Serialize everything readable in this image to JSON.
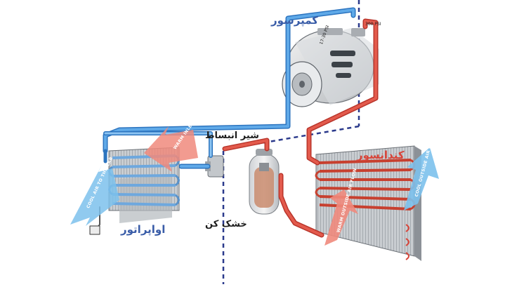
{
  "labels": {
    "compressor": "کمپرسور",
    "condenser": "کندانسور",
    "evaporator": "اواپراتور",
    "expansion_valve": "شیر انبساط",
    "dryer": "خشک کن"
  },
  "pressures": {
    "low_side": "17-30 PSI",
    "high_side": "300 PSI"
  },
  "airflow": {
    "warm_inlet": "WARM INLET AIR",
    "cool_to_cab": "COOL AIR TO THE CAB",
    "cool_outside": "COOL OUTSIDE AIR FLOW",
    "warm_outside": "WARM OUTSIDE AIR FLOW"
  },
  "colors": {
    "low_pressure_line": "#3d8fd6",
    "high_pressure_line": "#d8453a",
    "divider": "#2b3a8c",
    "airflow_warm": "#f08a7c",
    "airflow_cool": "#7cc1ec"
  }
}
